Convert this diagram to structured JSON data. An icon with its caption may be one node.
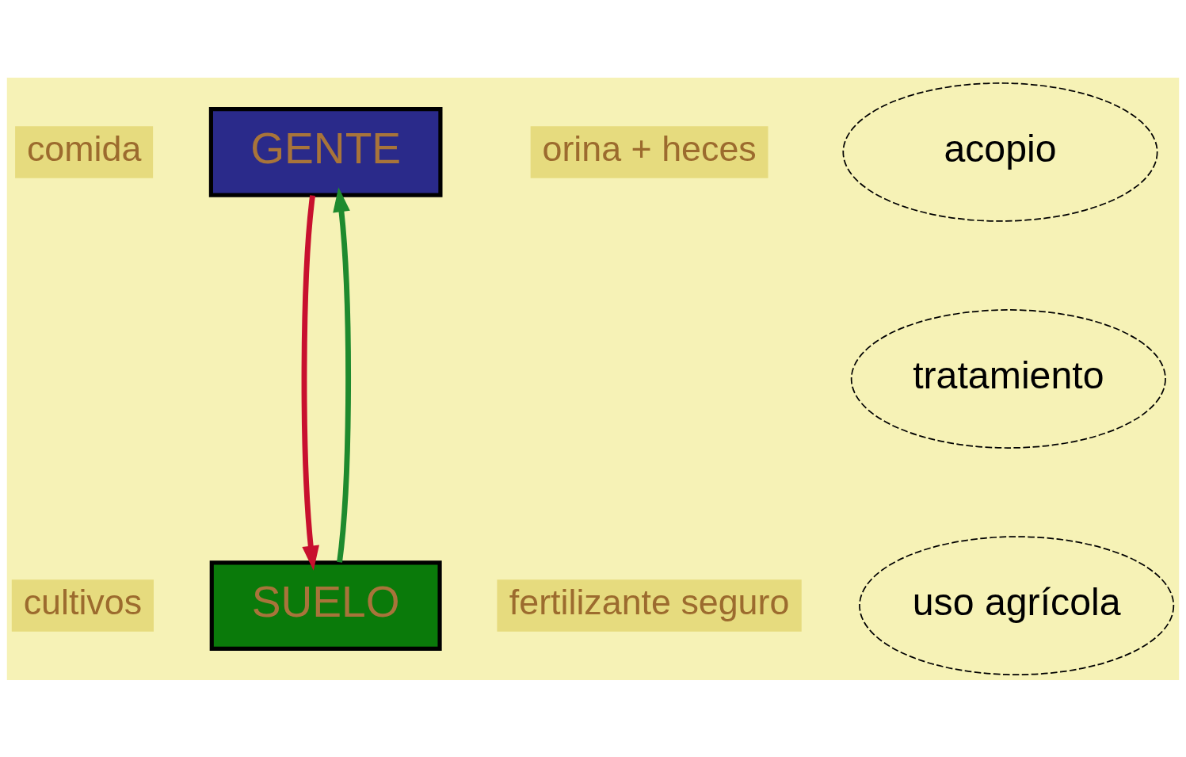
{
  "diagram": {
    "nodes": [
      {
        "text": [
          "comida"
        ]
      },
      {
        "text": [
          "GENTE"
        ]
      },
      {
        "text": [
          "orina + heces"
        ]
      },
      {
        "text": [
          "acopio"
        ]
      },
      {
        "text": [
          "tratamiento"
        ]
      },
      {
        "text": [
          "SUELO"
        ]
      },
      {
        "text": [
          "cultivos"
        ]
      },
      {
        "text": [
          "fertilizante seguro"
        ]
      },
      {
        "text": [
          "uso agrícola"
        ]
      }
    ],
    "edges": [
      {
        "from": 1,
        "to": 5,
        "arrow": "to",
        "color": "#c8102e"
      },
      {
        "from": 5,
        "to": 1,
        "arrow": "to",
        "color": "#1e8a2e"
      }
    ]
  }
}
